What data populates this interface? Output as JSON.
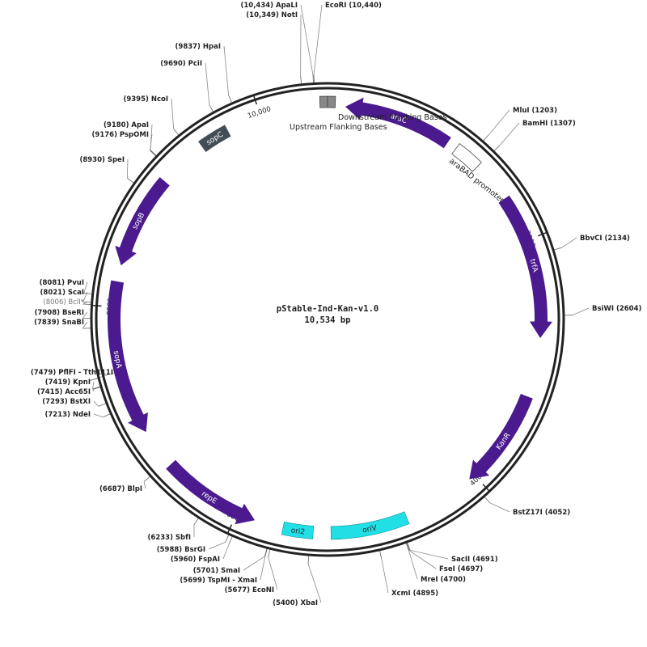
{
  "title": "pStable-Ind-Kan-v1.0",
  "length_label": "10,534 bp",
  "total_bp": 10534,
  "colors": {
    "backbone": "#222222",
    "cds": "#4b1a8f",
    "origin": "#22dfe6",
    "sopC": "#434d56",
    "misc": "#888888"
  },
  "ticks": [
    {
      "pos": 2000,
      "label": "2000"
    },
    {
      "pos": 4000,
      "label": "4000"
    },
    {
      "pos": 6000,
      "label": "6000"
    },
    {
      "pos": 8000,
      "label": "8000"
    },
    {
      "pos": 10000,
      "label": "10,000"
    }
  ],
  "features": [
    {
      "name": "araC",
      "type": "cds",
      "start": 140,
      "end": 1000,
      "strand": -1
    },
    {
      "name": "trfA",
      "type": "cds",
      "start": 1630,
      "end": 2780,
      "strand": 1
    },
    {
      "name": "KanR",
      "type": "cds",
      "start": 3250,
      "end": 4050,
      "strand": 1
    },
    {
      "name": "oriV",
      "type": "origin",
      "start": 4630,
      "end": 5240,
      "strand": 0
    },
    {
      "name": "ori2",
      "type": "origin",
      "start": 5380,
      "end": 5620,
      "strand": 0
    },
    {
      "name": "repE",
      "type": "cds",
      "start": 5850,
      "end": 6650,
      "strand": -1
    },
    {
      "name": "sopA",
      "type": "cds",
      "start": 6970,
      "end": 8200,
      "strand": -1
    },
    {
      "name": "sopB",
      "type": "cds",
      "start": 8330,
      "end": 9080,
      "strand": -1
    },
    {
      "name": "sopC",
      "type": "sopC",
      "start": 9480,
      "end": 9720,
      "strand": 0
    }
  ],
  "small_features": [
    {
      "name": "araBAD promoter",
      "type": "promoter",
      "start": 1080,
      "end": 1300
    },
    {
      "name": "Downstream Flanking Bases",
      "type": "box",
      "start": 10475,
      "end": 10534
    },
    {
      "name": "Upstream Flanking Bases",
      "type": "box",
      "start": 0,
      "end": 60
    }
  ],
  "sites": [
    {
      "name": "ApaLI",
      "pos": 10434,
      "label": "(10,434)  ApaLI"
    },
    {
      "name": "NotI",
      "pos": 10349,
      "label": "(10,349)  NotI"
    },
    {
      "name": "EcoRI",
      "pos": 10440,
      "label": "EcoRI  (10,440)"
    },
    {
      "name": "HpaI",
      "pos": 9837,
      "label": "(9837)  HpaI"
    },
    {
      "name": "PciI",
      "pos": 9690,
      "label": "(9690)  PciI"
    },
    {
      "name": "NcoI",
      "pos": 9395,
      "label": "(9395)  NcoI"
    },
    {
      "name": "ApaI",
      "pos": 9180,
      "label": "(9180)  ApaI"
    },
    {
      "name": "PspOMI",
      "pos": 9176,
      "label": "(9176)  PspOMI"
    },
    {
      "name": "SpeI",
      "pos": 8930,
      "label": "(8930)  SpeI"
    },
    {
      "name": "PvuI",
      "pos": 8081,
      "label": "(8081)  PvuI"
    },
    {
      "name": "ScaI",
      "pos": 8021,
      "label": "(8021)  ScaI"
    },
    {
      "name": "BclI",
      "pos": 8006,
      "label": "(8006)  BclI*"
    },
    {
      "name": "BseRI",
      "pos": 7908,
      "label": "(7908)  BseRI"
    },
    {
      "name": "SnaBI",
      "pos": 7839,
      "label": "(7839)  SnaBI"
    },
    {
      "name": "PflFI-Tth111I",
      "pos": 7479,
      "label": "(7479)  PflFI - Tth111I"
    },
    {
      "name": "KpnI",
      "pos": 7419,
      "label": "(7419)  KpnI"
    },
    {
      "name": "Acc65I",
      "pos": 7415,
      "label": "(7415)  Acc65I"
    },
    {
      "name": "BstXI",
      "pos": 7293,
      "label": "(7293)  BstXI"
    },
    {
      "name": "NdeI",
      "pos": 7213,
      "label": "(7213)  NdeI"
    },
    {
      "name": "BlpI",
      "pos": 6687,
      "label": "(6687)  BlpI"
    },
    {
      "name": "SbfI",
      "pos": 6233,
      "label": "(6233)  SbfI"
    },
    {
      "name": "BsrGI",
      "pos": 5988,
      "label": "(5988)  BsrGI"
    },
    {
      "name": "FspAI",
      "pos": 5960,
      "label": "(5960)  FspAI"
    },
    {
      "name": "SmaI",
      "pos": 5701,
      "label": "(5701)  SmaI"
    },
    {
      "name": "TspMI-XmaI",
      "pos": 5699,
      "label": "(5699)  TspMI - XmaI"
    },
    {
      "name": "EcoNI",
      "pos": 5677,
      "label": "(5677)  EcoNI"
    },
    {
      "name": "XbaI",
      "pos": 5400,
      "label": "(5400)  XbaI"
    },
    {
      "name": "XcmI",
      "pos": 4895,
      "label": "XcmI  (4895)"
    },
    {
      "name": "MreI",
      "pos": 4700,
      "label": "MreI  (4700)"
    },
    {
      "name": "FseI",
      "pos": 4697,
      "label": "FseI  (4697)"
    },
    {
      "name": "SacII",
      "pos": 4691,
      "label": "SacII  (4691)"
    },
    {
      "name": "BstZ17I",
      "pos": 4052,
      "label": "BstZ17I  (4052)"
    },
    {
      "name": "BsiWI",
      "pos": 2604,
      "label": "BsiWI  (2604)"
    },
    {
      "name": "BbvCI",
      "pos": 2134,
      "label": "BbvCI  (2134)"
    },
    {
      "name": "BamHI",
      "pos": 1307,
      "label": "BamHI  (1307)"
    },
    {
      "name": "MluI",
      "pos": 1203,
      "label": "MluI  (1203)"
    }
  ]
}
